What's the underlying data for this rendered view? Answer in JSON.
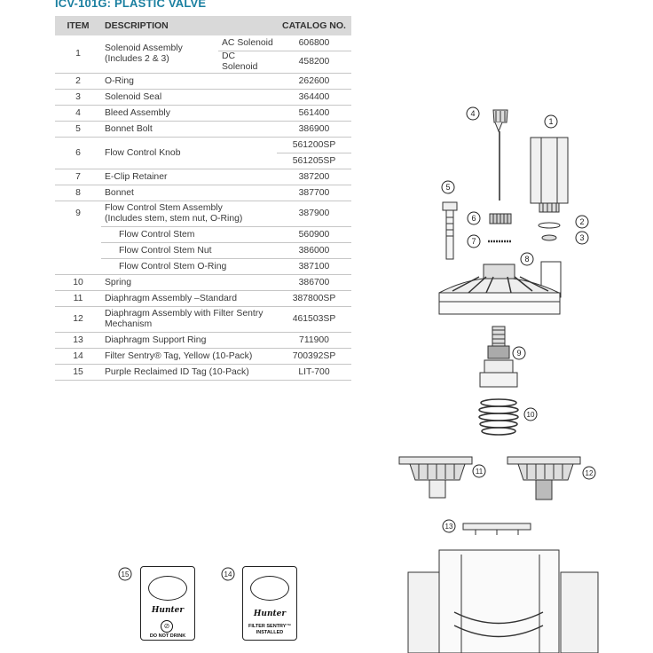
{
  "title": "ICV-101G: PLASTIC VALVE",
  "table": {
    "headers": {
      "item": "ITEM",
      "description": "DESCRIPTION",
      "catalog": "CATALOG NO."
    },
    "rows": {
      "r1": {
        "item": "1",
        "desc1": "Solenoid Assembly",
        "desc2": "(Includes 2 & 3)",
        "sub_a": "AC Solenoid",
        "cat_a": "606800",
        "sub_b": "DC Solenoid",
        "cat_b": "458200"
      },
      "r2": {
        "item": "2",
        "desc": "O-Ring",
        "cat": "262600"
      },
      "r3": {
        "item": "3",
        "desc": "Solenoid Seal",
        "cat": "364400"
      },
      "r4": {
        "item": "4",
        "desc": "Bleed Assembly",
        "cat": "561400"
      },
      "r5": {
        "item": "5",
        "desc": "Bonnet Bolt",
        "cat": "386900"
      },
      "r6": {
        "item": "6",
        "desc": "Flow Control Knob",
        "cat_a": "561200SP",
        "cat_b": "561205SP"
      },
      "r7": {
        "item": "7",
        "desc": "E-Clip Retainer",
        "cat": "387200"
      },
      "r8": {
        "item": "8",
        "desc": "Bonnet",
        "cat": "387700"
      },
      "r9": {
        "item": "9",
        "desc1": "Flow Control Stem Assembly",
        "desc2": "(Includes stem, stem nut, O-Ring)",
        "cat": "387900"
      },
      "r9a": {
        "desc": "Flow Control Stem",
        "cat": "560900"
      },
      "r9b": {
        "desc": "Flow Control Stem Nut",
        "cat": "386000"
      },
      "r9c": {
        "desc": "Flow Control Stem O-Ring",
        "cat": "387100"
      },
      "r10": {
        "item": "10",
        "desc": "Spring",
        "cat": "386700"
      },
      "r11": {
        "item": "11",
        "desc": "Diaphragm Assembly –Standard",
        "cat": "387800SP"
      },
      "r12": {
        "item": "12",
        "desc1": "Diaphragm Assembly with Filter Sentry",
        "desc2": "Mechanism",
        "cat": "461503SP"
      },
      "r13": {
        "item": "13",
        "desc": "Diaphragm Support Ring",
        "cat": "711900"
      },
      "r14": {
        "item": "14",
        "desc": "Filter Sentry® Tag, Yellow (10-Pack)",
        "cat": "700392SP"
      },
      "r15": {
        "item": "15",
        "desc": "Purple Reclaimed ID Tag (10-Pack)",
        "cat": "LIT-700"
      }
    }
  },
  "callouts": [
    "1",
    "2",
    "3",
    "4",
    "5",
    "6",
    "7",
    "8",
    "9",
    "10",
    "11",
    "12",
    "13",
    "14",
    "15"
  ],
  "tags": {
    "reclaimed": {
      "brand": "Hunter",
      "text": "DO NOT DRINK"
    },
    "filter": {
      "brand": "Hunter",
      "line1": "FILTER SENTRY™",
      "line2": "INSTALLED"
    }
  },
  "colors": {
    "title": "#1a7fa0",
    "header_bg": "#d9d9d9"
  }
}
